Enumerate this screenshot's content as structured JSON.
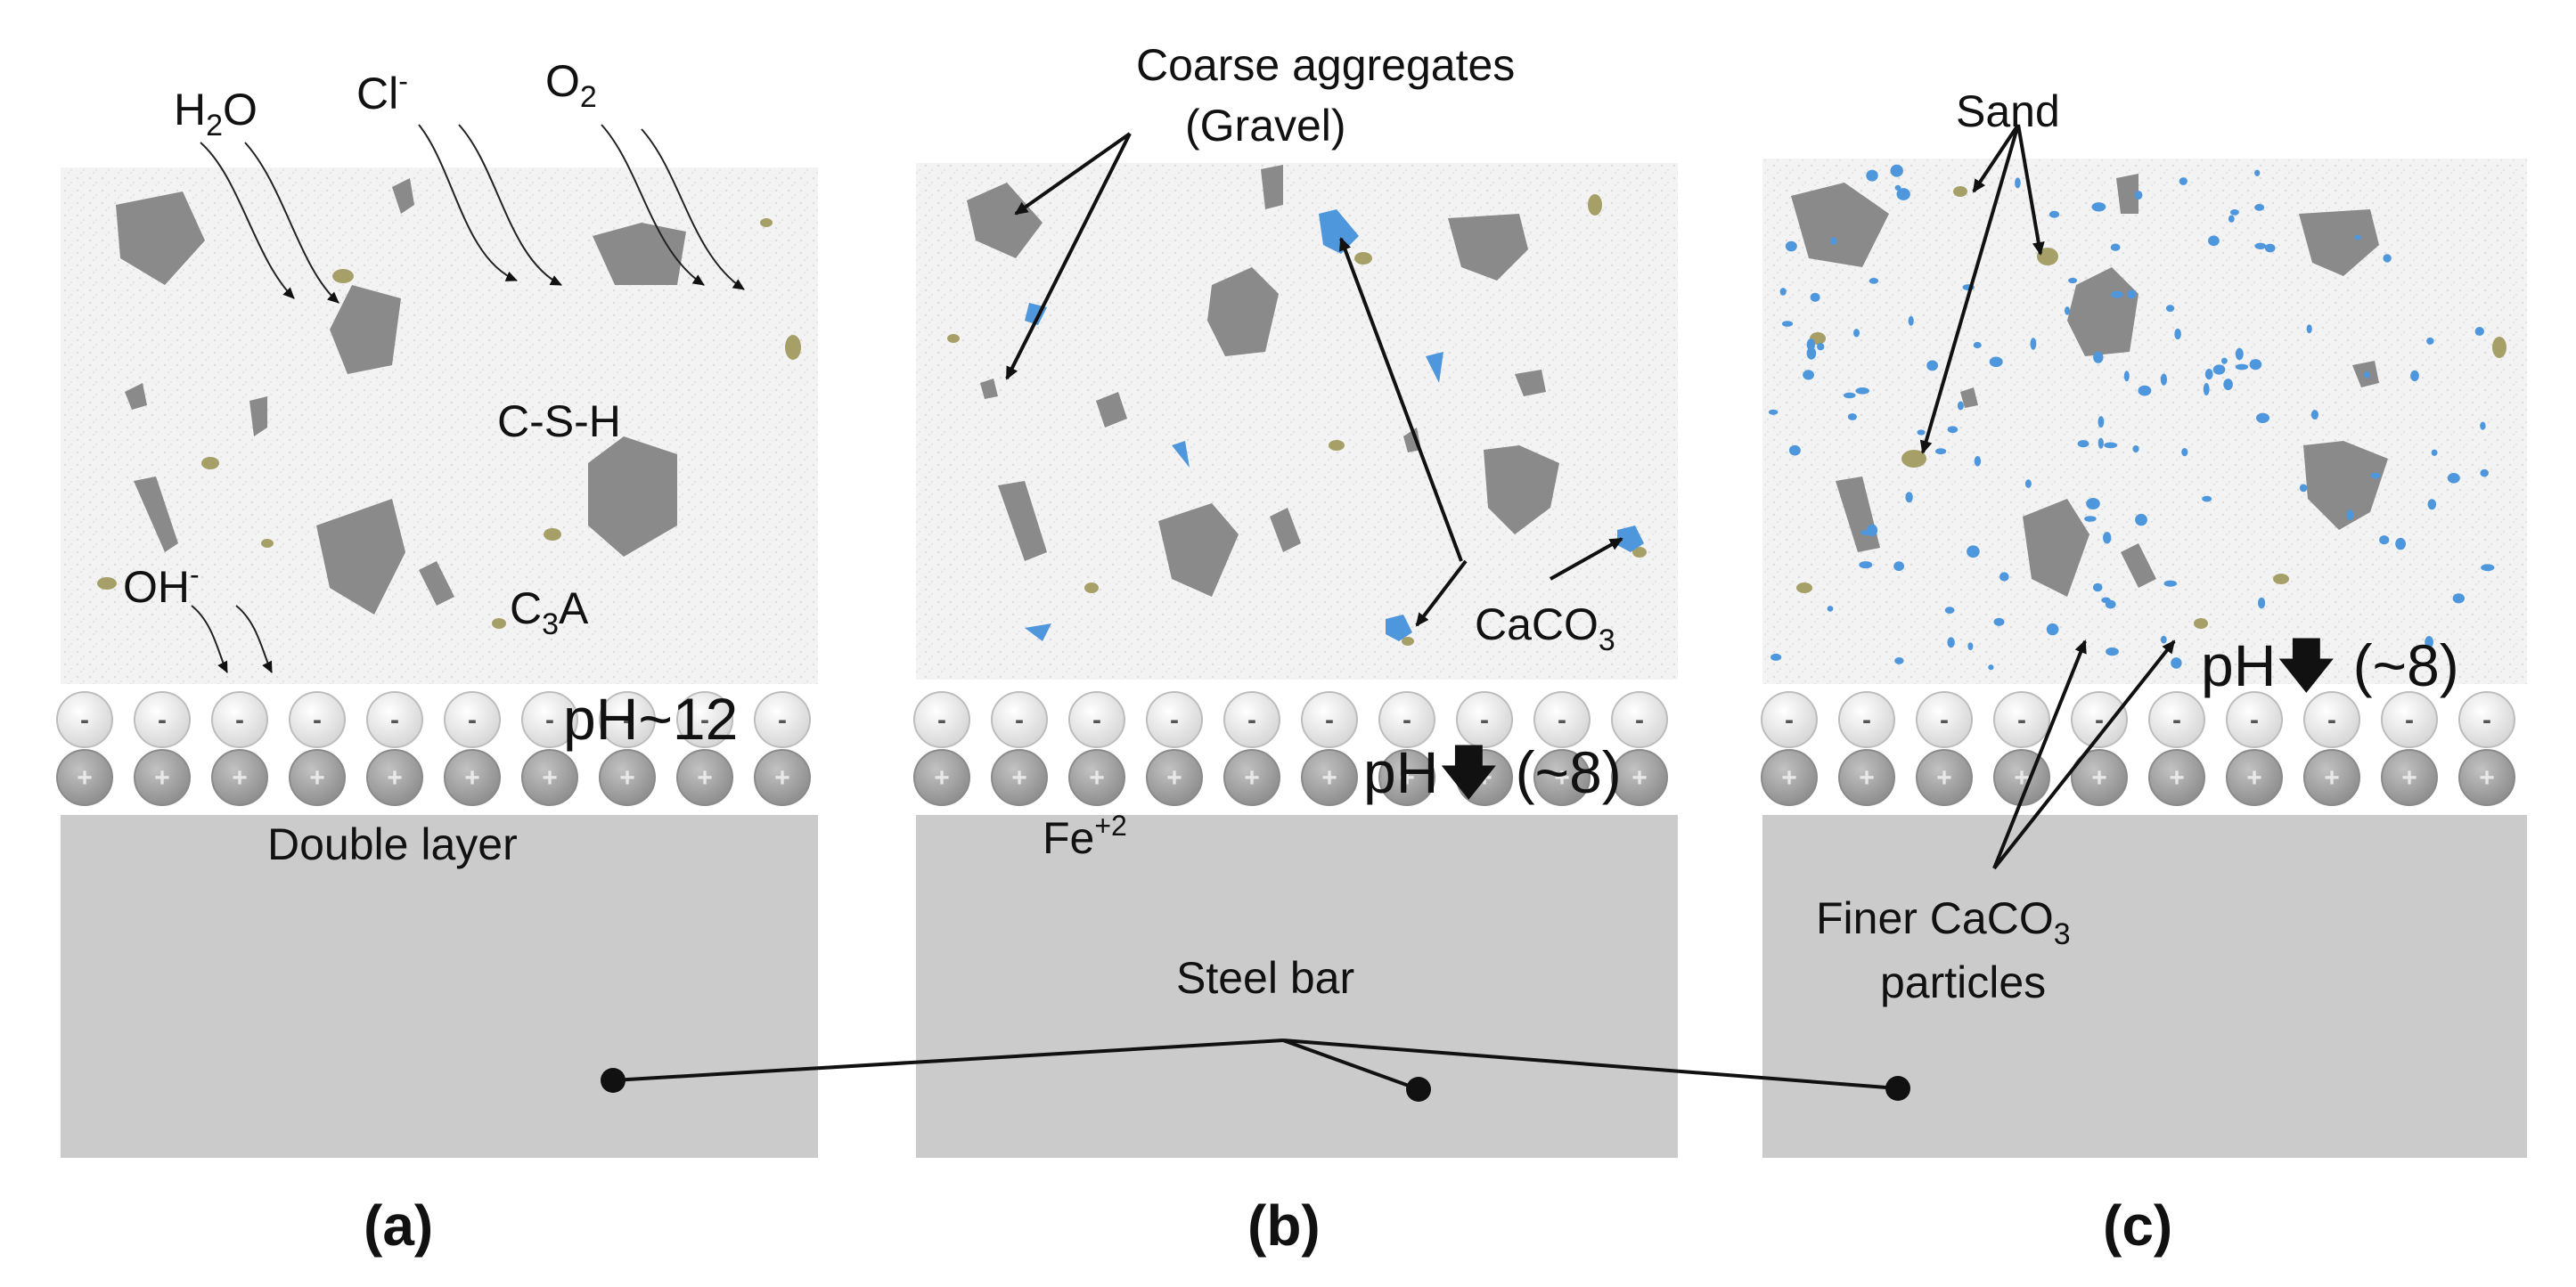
{
  "colors": {
    "concrete": "#f2f2f2",
    "gravel": "#8a8a8a",
    "sand": "#a6a068",
    "caco3": "#4f97dc",
    "steel": "#cbcbcb",
    "neg_ion": "#f4f4f4",
    "pos_ion": "#a9a9a9"
  },
  "ion_signs": {
    "negative": "-",
    "positive": "+"
  },
  "panels": [
    {
      "id": "a",
      "caption": "(a)",
      "labels": {
        "h2o_pre": "H",
        "h2o_sub": "2",
        "h2o_post": "O",
        "cl_pre": "Cl",
        "cl_sup": "-",
        "o2_pre": "O",
        "o2_sub": "2",
        "csh": "C-S-H",
        "oh_pre": "OH",
        "oh_sup": "-",
        "c3a_pre": "C",
        "c3a_sub": "3",
        "c3a_post": "A",
        "ph": "pH~12",
        "double_layer": "Double layer"
      }
    },
    {
      "id": "b",
      "caption": "(b)",
      "labels": {
        "coarse_line1": "Coarse aggregates",
        "coarse_line2": "(Gravel)",
        "caco3_pre": "CaCO",
        "caco3_sub": "3",
        "ph_pre": "pH",
        "ph_arrow": "🡇",
        "ph_post": " (~8)",
        "fe_pre": "Fe",
        "fe_sup": "+2",
        "steel_bar": "Steel bar"
      }
    },
    {
      "id": "c",
      "caption": "(c)",
      "labels": {
        "sand": "Sand",
        "ph_pre": "pH",
        "ph_arrow": "🡇",
        "ph_post": " (~8)",
        "finer_line1_pre": "Finer CaCO",
        "finer_line1_sub": "3",
        "finer_line2": "particles"
      }
    }
  ]
}
